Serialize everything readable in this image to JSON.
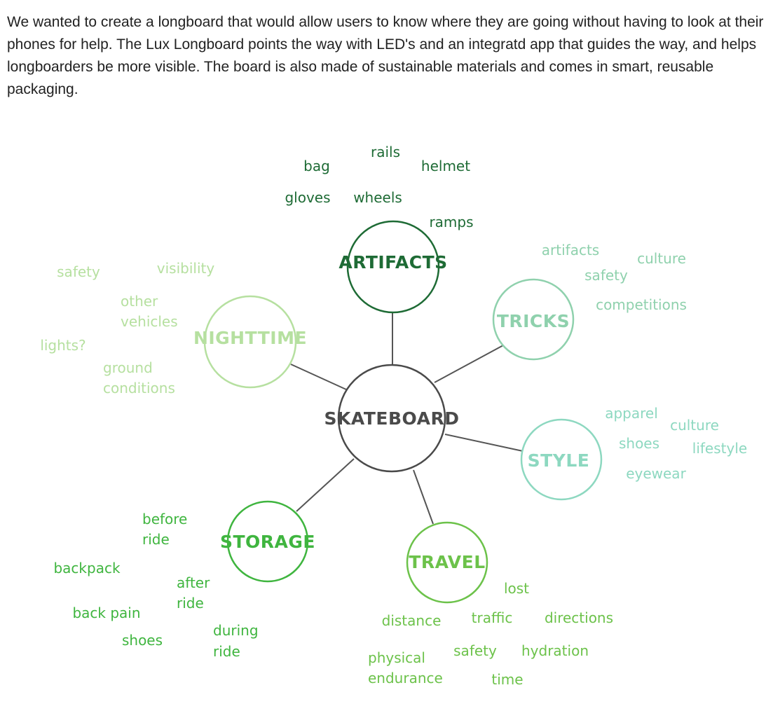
{
  "intro_text": "We wanted to create a longboard that would allow users to know where they are going without having to look at their phones for help. The Lux Longboard points the way with LED's and an integratd app that guides the way, and helps longboarders be more visible. The board is also made of sustainable materials and comes in smart, reusable packaging.",
  "colors": {
    "center": "#4a4a4a",
    "artifacts": "#1e6b35",
    "tricks": "#8fd1ad",
    "style": "#8dd8c0",
    "nighttime": "#b6e0a0",
    "storage": "#3fb53f",
    "travel": "#6cc24a",
    "line": "#555555"
  },
  "mindmap": {
    "center": "SKATEBOARD",
    "nodes": {
      "artifacts": {
        "label": "ARTIFACTS",
        "words": [
          "rails",
          "bag",
          "helmet",
          "gloves",
          "wheels",
          "ramps"
        ]
      },
      "tricks": {
        "label": "TRICKS",
        "words": [
          "artifacts",
          "culture",
          "safety",
          "competitions"
        ]
      },
      "style": {
        "label": "STYLE",
        "words": [
          "apparel",
          "culture",
          "shoes",
          "lifestyle",
          "eyewear"
        ]
      },
      "nighttime": {
        "label": "NIGHTTIME",
        "words": [
          "safety",
          "visibility",
          "other",
          "vehicles",
          "lights?",
          "ground",
          "conditions"
        ]
      },
      "storage": {
        "label": "STORAGE",
        "words": [
          "before",
          "ride",
          "backpack",
          "after",
          "ride",
          "back pain",
          "shoes",
          "during",
          "ride"
        ]
      },
      "travel": {
        "label": "TRAVEL",
        "words": [
          "lost",
          "distance",
          "traffic",
          "directions",
          "physical",
          "endurance",
          "safety",
          "hydration",
          "time"
        ]
      }
    }
  }
}
